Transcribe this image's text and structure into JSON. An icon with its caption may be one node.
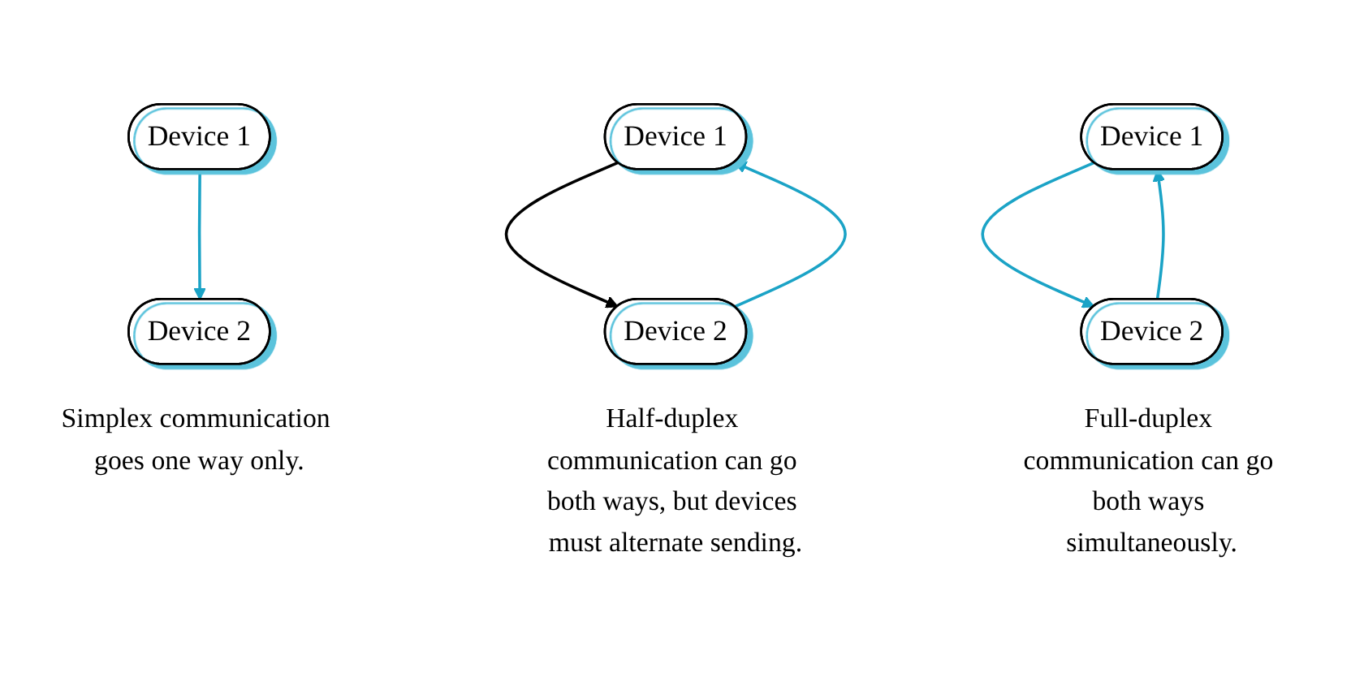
{
  "diagram": {
    "nodes": [
      {
        "text": [
          "Device 1"
        ]
      },
      {
        "text": [
          "Device 2"
        ],
        "beside": [
          "Simplex communication goes one way only."
        ]
      },
      {
        "text": [
          "Device 1"
        ]
      },
      {
        "text": [
          "Device 2"
        ],
        "beside": [
          "Half-duplex communication can go both ways, but devices must alternate sending."
        ]
      },
      {
        "text": [
          "Device 1"
        ]
      },
      {
        "text": [
          "Device 2"
        ],
        "beside": [
          "Full-duplex communication can go both ways simultaneously."
        ]
      }
    ],
    "edges": [
      {
        "from": 0,
        "to": 1,
        "arrow": "to"
      },
      {
        "from": 2,
        "to": 3,
        "arrow": "to",
        "color": "#000000"
      },
      {
        "from": 3,
        "to": 2,
        "arrow": "to"
      },
      {
        "from": 4,
        "to": 5,
        "arrow": "to"
      },
      {
        "from": 5,
        "to": 4,
        "arrow": "to"
      }
    ]
  }
}
